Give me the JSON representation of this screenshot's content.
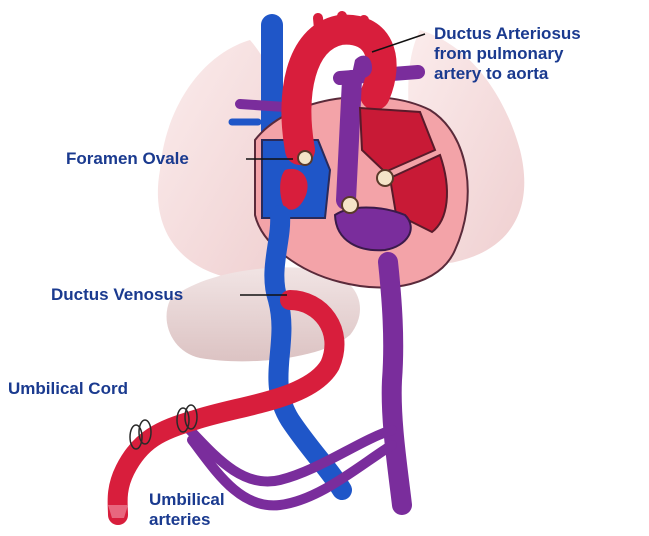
{
  "labels": {
    "ductus_arteriosus": [
      "Ductus Arteriosus",
      "from pulmonary",
      "artery to aorta"
    ],
    "foramen_ovale": "Foramen Ovale",
    "ductus_venosus": "Ductus Venosus",
    "umbilical_cord": "Umbilical Cord",
    "umbilical_arteries": [
      "Umbilical",
      "arteries"
    ]
  },
  "colors": {
    "label_text": "#1a3a8f",
    "oxygenated_blood": "#d81e3c",
    "deoxygenated_blood": "#1f56c8",
    "mixed_blood": "#7a2d9c",
    "heart_wall": "#f3a3a8",
    "lung": "#f6dede",
    "liver": "#e9d8d8"
  }
}
